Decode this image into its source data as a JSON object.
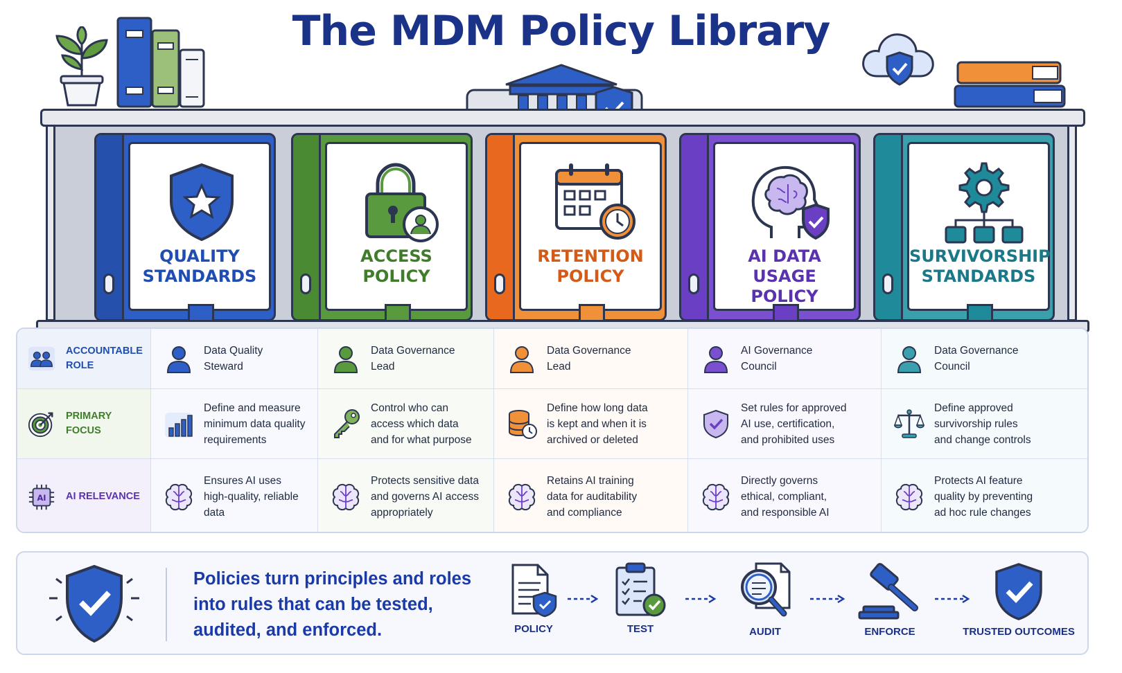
{
  "title": "The MDM Policy Library",
  "colors": {
    "quality": "#2e5fc6",
    "access": "#4a8a32",
    "retention": "#e8681d",
    "ai_usage": "#6a3fc4",
    "survivorship": "#1f8a9a",
    "title": "#1a3288"
  },
  "binders": [
    {
      "line1": "QUALITY",
      "line2": "STANDARDS",
      "icon": "shield-star-icon"
    },
    {
      "line1": "ACCESS",
      "line2": "POLICY",
      "icon": "padlock-user-icon"
    },
    {
      "line1": "RETENTION",
      "line2": "POLICY",
      "icon": "calendar-clock-icon"
    },
    {
      "line1": "AI DATA USAGE",
      "line2": "POLICY",
      "icon": "brain-head-shield-icon"
    },
    {
      "line1": "SURVIVORSHIP",
      "line2": "STANDARDS",
      "icon": "gear-hierarchy-icon"
    }
  ],
  "rows": [
    {
      "header": {
        "line1": "ACCOUNTABLE",
        "line2": "ROLE",
        "icon": "people-icon"
      },
      "cells": [
        {
          "lines": [
            "Data Quality",
            "Steward"
          ],
          "icon": "person-icon"
        },
        {
          "lines": [
            "Data Governance",
            "Lead"
          ],
          "icon": "person-icon"
        },
        {
          "lines": [
            "Data Governance",
            "Lead"
          ],
          "icon": "person-icon"
        },
        {
          "lines": [
            "AI Governance",
            "Council"
          ],
          "icon": "person-icon"
        },
        {
          "lines": [
            "Data Governance",
            "Council"
          ],
          "icon": "person-icon"
        }
      ]
    },
    {
      "header": {
        "line1": "PRIMARY",
        "line2": "FOCUS",
        "icon": "target-icon"
      },
      "cells": [
        {
          "lines": [
            "Define and measure",
            "minimum data quality",
            "requirements"
          ],
          "icon": "bar-chart-icon"
        },
        {
          "lines": [
            "Control who can",
            "access which data",
            "and for what purpose"
          ],
          "icon": "key-icon"
        },
        {
          "lines": [
            "Define how long data",
            "is kept and when it is",
            "archived or deleted"
          ],
          "icon": "database-clock-icon"
        },
        {
          "lines": [
            "Set rules for approved",
            "AI use, certification,",
            "and prohibited uses"
          ],
          "icon": "shield-check-icon"
        },
        {
          "lines": [
            "Define approved",
            "survivorship rules",
            "and change controls"
          ],
          "icon": "scales-icon"
        }
      ]
    },
    {
      "header": {
        "line1": "AI RELEVANCE",
        "line2": "",
        "icon": "ai-chip-icon",
        "chip_text": "AI"
      },
      "cells": [
        {
          "lines": [
            "Ensures AI uses",
            "high-quality, reliable",
            "data"
          ],
          "icon": "brain-icon"
        },
        {
          "lines": [
            "Protects sensitive data",
            "and governs AI access",
            "appropriately"
          ],
          "icon": "brain-icon"
        },
        {
          "lines": [
            "Retains AI training",
            "data for auditability",
            "and compliance"
          ],
          "icon": "brain-icon"
        },
        {
          "lines": [
            "Directly governs",
            "ethical, compliant,",
            "and responsible AI"
          ],
          "icon": "brain-icon"
        },
        {
          "lines": [
            "Protects AI feature",
            "quality by preventing",
            "ad hoc rule changes"
          ],
          "icon": "brain-icon"
        }
      ]
    }
  ],
  "panel": {
    "message_lines": [
      "Policies turn principles and roles",
      "into rules that can be tested,",
      "audited, and enforced."
    ],
    "flow": [
      {
        "label": "POLICY",
        "icon": "document-shield-icon"
      },
      {
        "label": "TEST",
        "icon": "clipboard-check-icon"
      },
      {
        "label": "AUDIT",
        "icon": "magnifier-document-icon"
      },
      {
        "label": "ENFORCE",
        "icon": "gavel-icon"
      },
      {
        "label": "TRUSTED OUTCOMES",
        "icon": "shield-check-icon"
      }
    ]
  }
}
